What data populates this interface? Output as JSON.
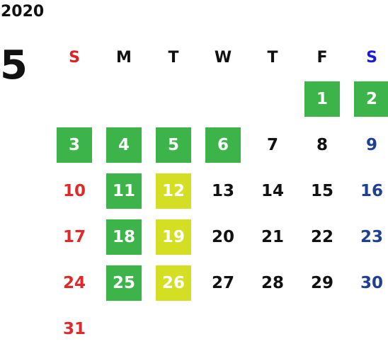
{
  "year": "2020",
  "month": "5",
  "weekdays": [
    "S",
    "M",
    "T",
    "W",
    "T",
    "F",
    "S"
  ],
  "colors": {
    "holiday_green": "#3cb44a",
    "highlight_yellow": "#d4de22",
    "sunday_red": "#e02a2a",
    "saturday_blue": "#1f3f95"
  },
  "days": [
    {
      "label": "1",
      "mark": "green"
    },
    {
      "label": "2",
      "mark": "green"
    },
    {
      "label": "3",
      "mark": "green"
    },
    {
      "label": "4",
      "mark": "green"
    },
    {
      "label": "5",
      "mark": "green"
    },
    {
      "label": "6",
      "mark": "green"
    },
    {
      "label": "7",
      "mark": ""
    },
    {
      "label": "8",
      "mark": ""
    },
    {
      "label": "9",
      "mark": ""
    },
    {
      "label": "10",
      "mark": ""
    },
    {
      "label": "11",
      "mark": "green"
    },
    {
      "label": "12",
      "mark": "yellow"
    },
    {
      "label": "13",
      "mark": ""
    },
    {
      "label": "14",
      "mark": ""
    },
    {
      "label": "15",
      "mark": ""
    },
    {
      "label": "16",
      "mark": ""
    },
    {
      "label": "17",
      "mark": ""
    },
    {
      "label": "18",
      "mark": "green"
    },
    {
      "label": "19",
      "mark": "yellow"
    },
    {
      "label": "20",
      "mark": ""
    },
    {
      "label": "21",
      "mark": ""
    },
    {
      "label": "22",
      "mark": ""
    },
    {
      "label": "23",
      "mark": ""
    },
    {
      "label": "24",
      "mark": ""
    },
    {
      "label": "25",
      "mark": "green"
    },
    {
      "label": "26",
      "mark": "yellow"
    },
    {
      "label": "27",
      "mark": ""
    },
    {
      "label": "28",
      "mark": ""
    },
    {
      "label": "29",
      "mark": ""
    },
    {
      "label": "30",
      "mark": ""
    },
    {
      "label": "31",
      "mark": ""
    }
  ]
}
